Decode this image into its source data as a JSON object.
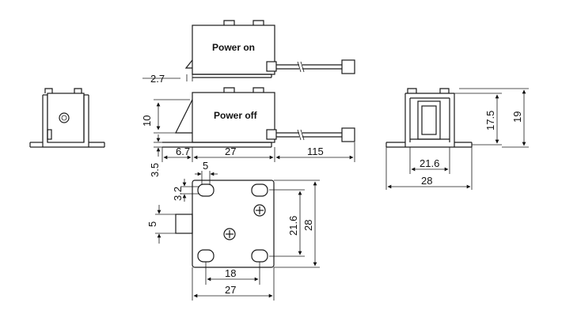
{
  "labels": {
    "power_on": "Power on",
    "power_off": "Power off"
  },
  "dimensions": {
    "top_gap": "2.7",
    "plunger_height": "10",
    "plunger_length": "6.7",
    "body_length": "27",
    "wire_length": "115",
    "base_offset": "3.5",
    "slot_width": "5",
    "slot_pitch": "3.2",
    "plunger_width": "5",
    "hole_spacing_v": "21.6",
    "plate_height": "28",
    "hole_spacing_h": "18",
    "plate_width": "27",
    "end_inner_width": "21.6",
    "end_outer_width": "28",
    "end_inner_height": "17.5",
    "end_outer_height": "19"
  }
}
